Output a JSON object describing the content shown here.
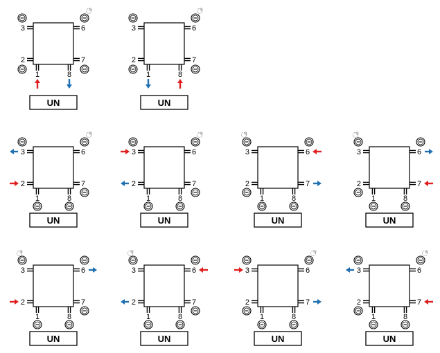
{
  "colors": {
    "stroke": "#000000",
    "red_arrow": "#e02020",
    "blue_arrow": "#1f6fb2",
    "vent": "#9a9a9a",
    "background": "#ffffff"
  },
  "unit_label": "UN",
  "plug_icon": "circled-minus-plug-icon",
  "vent_icon": "air-vent-icon",
  "port_numbers": [
    "1",
    "2",
    "3",
    "6",
    "7",
    "8"
  ],
  "diagrams": [
    {
      "id": "d1",
      "vent_side": "right",
      "arrows": {
        "1": {
          "dir": "up",
          "color": "red"
        },
        "8": {
          "dir": "down",
          "color": "blue"
        }
      }
    },
    {
      "id": "d2",
      "vent_side": "right",
      "arrows": {
        "1": {
          "dir": "down",
          "color": "blue"
        },
        "8": {
          "dir": "up",
          "color": "red"
        }
      }
    },
    {
      "id": "d3",
      "vent_side": "right",
      "arrows": {
        "3": {
          "dir": "out",
          "color": "blue"
        },
        "2": {
          "dir": "in",
          "color": "red"
        }
      }
    },
    {
      "id": "d4",
      "vent_side": "right",
      "arrows": {
        "3": {
          "dir": "in",
          "color": "red"
        },
        "2": {
          "dir": "out",
          "color": "blue"
        }
      }
    },
    {
      "id": "d5",
      "vent_side": "left",
      "arrows": {
        "6": {
          "dir": "in",
          "color": "red"
        },
        "7": {
          "dir": "out",
          "color": "blue"
        }
      }
    },
    {
      "id": "d6",
      "vent_side": "left",
      "arrows": {
        "6": {
          "dir": "out",
          "color": "blue"
        },
        "7": {
          "dir": "in",
          "color": "red"
        }
      }
    },
    {
      "id": "d7",
      "vent_side": "left",
      "arrows": {
        "6": {
          "dir": "out",
          "color": "blue"
        },
        "2": {
          "dir": "in",
          "color": "red"
        }
      }
    },
    {
      "id": "d8",
      "vent_side": "left",
      "arrows": {
        "6": {
          "dir": "in",
          "color": "red"
        },
        "2": {
          "dir": "out",
          "color": "blue"
        }
      }
    },
    {
      "id": "d9",
      "vent_side": "right",
      "arrows": {
        "3": {
          "dir": "in",
          "color": "red"
        },
        "7": {
          "dir": "out",
          "color": "blue"
        }
      }
    },
    {
      "id": "d10",
      "vent_side": "right",
      "arrows": {
        "3": {
          "dir": "out",
          "color": "blue"
        },
        "7": {
          "dir": "in",
          "color": "red"
        }
      }
    }
  ]
}
